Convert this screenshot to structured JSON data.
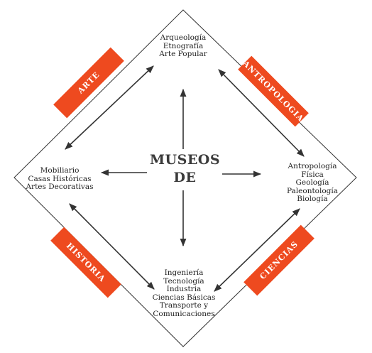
{
  "center_title": [
    "MUSEOS",
    "DE"
  ],
  "nodes": {
    "top": [
      "Arqueología",
      "Etnografía",
      "Arte Popular"
    ],
    "left": [
      "Mobiliario",
      "Casas Históricas",
      "Artes Decorativas"
    ],
    "right": [
      "Antropología",
      "Física",
      "Geología",
      "Paleontología",
      "Biología"
    ],
    "bottom": [
      "Ingeniería",
      "Tecnología",
      "Industria",
      "Ciencias Básicas",
      "Transporte y",
      "Comunicaciones"
    ]
  },
  "bands": {
    "arte": "ARTE",
    "antropologia": "ANTROPOLOGIA",
    "historia": "HISTORIA",
    "ciencias": "CIENCIAS"
  },
  "colors": {
    "band": "#ee4a1f",
    "line": "#333333"
  }
}
